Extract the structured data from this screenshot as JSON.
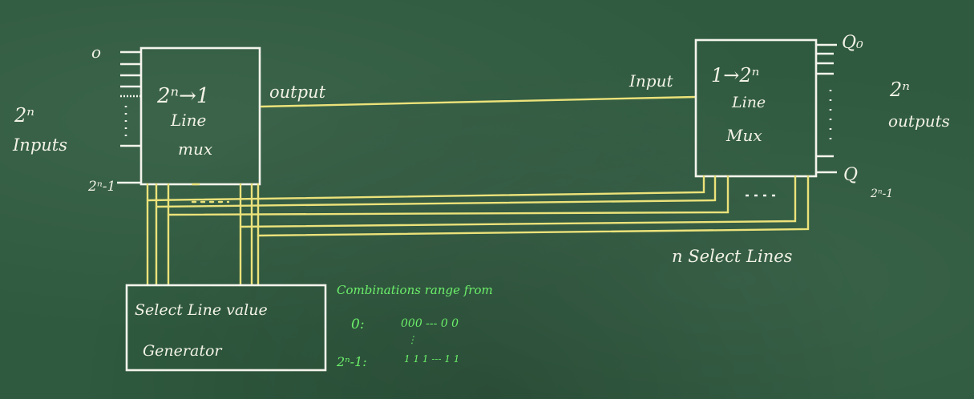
{
  "left_labels": {
    "inputs_count": "2ⁿ",
    "inputs_word": "Inputs",
    "pin_top": "o",
    "pin_bottom": "2ⁿ-1"
  },
  "mux": {
    "line1": "2ⁿ→1",
    "line2": "Line",
    "line3": "mux"
  },
  "output_label": "output",
  "input_label": "Input",
  "demux": {
    "line1": "1→2ⁿ",
    "line2": "Line",
    "line3": "Mux"
  },
  "right_labels": {
    "q_top": "Q₀",
    "q_bottom": "Q",
    "q_bottom_sub": "2ⁿ-1",
    "outputs_count": "2ⁿ",
    "outputs_word": "outputs"
  },
  "select_lines_label": "n Select Lines",
  "generator": {
    "line1": "Select Line value",
    "line2": "Generator"
  },
  "combos": {
    "heading": "Combinations range from",
    "row1_label": "0:",
    "row1_value": "000 --- 0 0",
    "row2_label": "2ⁿ-1:",
    "row2_value": "1 1 1 --- 1 1"
  },
  "colors": {
    "board": "#2f5a3f",
    "chalk": "#f2f2e6",
    "wire": "#ece27a",
    "note": "#6cf06a"
  }
}
